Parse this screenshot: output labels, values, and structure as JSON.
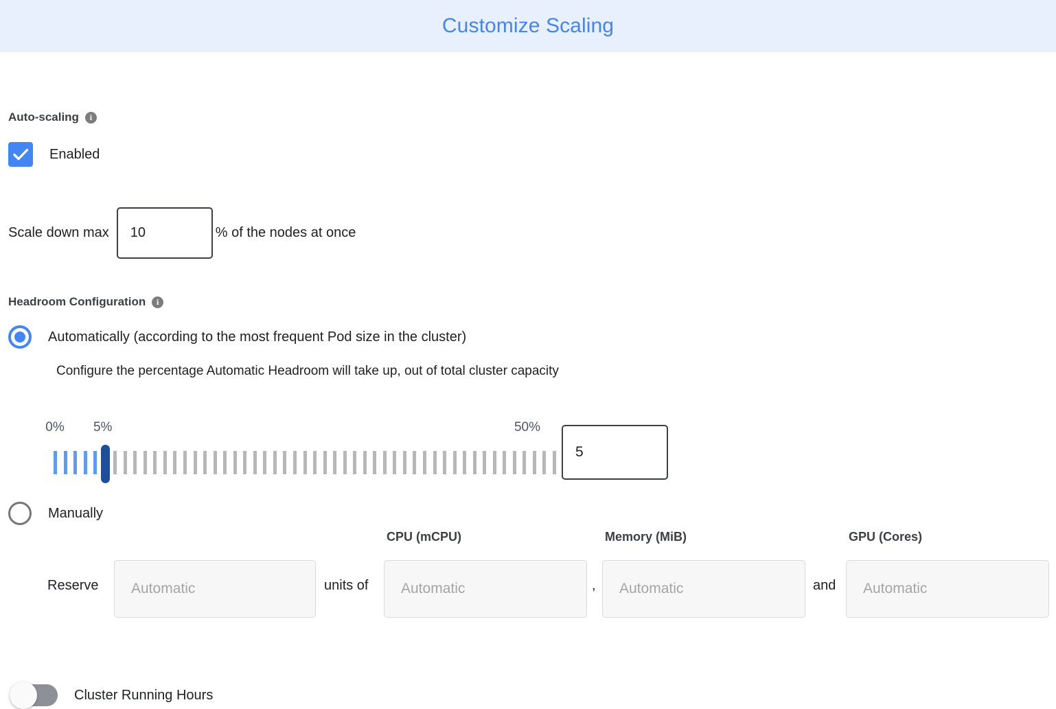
{
  "header": {
    "title": "Customize Scaling",
    "bg_color": "#e9f0fd",
    "title_color": "#4285f4"
  },
  "autoscaling": {
    "heading": "Auto-scaling",
    "info_icon": "info-icon",
    "info_glyph": "i",
    "enabled_label": "Enabled",
    "enabled_checked": true,
    "checkbox_color": "#4285f4"
  },
  "scale_down": {
    "label": "Scale down max",
    "value": "10",
    "suffix": "% of the nodes at once"
  },
  "headroom": {
    "heading": "Headroom Configuration",
    "info_glyph": "i",
    "automatic": {
      "label": "Automatically (according to the most frequent Pod size in the cluster)",
      "selected": true,
      "description": "Configure the percentage Automatic Headroom will take up, out of total cluster capacity"
    },
    "manual": {
      "label": "Manually",
      "selected": false
    }
  },
  "slider": {
    "min_label": "0%",
    "max_label": "50%",
    "current_label": "5%",
    "min": 0,
    "max": 50,
    "value": 5,
    "tick_count": 51,
    "value_input": "5",
    "filled_color": "#5b9cf8",
    "empty_color": "#b7b7b7",
    "thumb_color": "#1d4f9c",
    "label_color": "#4b5469"
  },
  "reserve": {
    "label": "Reserve",
    "units_of": "units of",
    "comma": ",",
    "and": "and",
    "columns": [
      {
        "header": "",
        "placeholder": "Automatic",
        "name": "units"
      },
      {
        "header": "CPU (mCPU)",
        "placeholder": "Automatic",
        "name": "cpu"
      },
      {
        "header": "Memory (MiB)",
        "placeholder": "Automatic",
        "name": "memory"
      },
      {
        "header": "GPU (Cores)",
        "placeholder": "Automatic",
        "name": "gpu"
      }
    ]
  },
  "cluster_running_hours": {
    "label": "Cluster Running Hours",
    "enabled": false,
    "track_color": "#8d9096"
  }
}
